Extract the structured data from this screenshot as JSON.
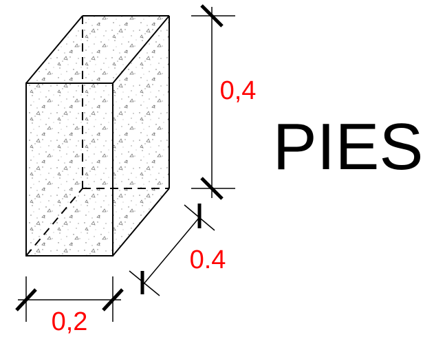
{
  "diagram": {
    "title": "PIES",
    "dimension_color": "#ff0000",
    "line_color": "#000000",
    "dimensions": {
      "height": "0,4",
      "depth": "0.4",
      "width": "0,2"
    }
  }
}
